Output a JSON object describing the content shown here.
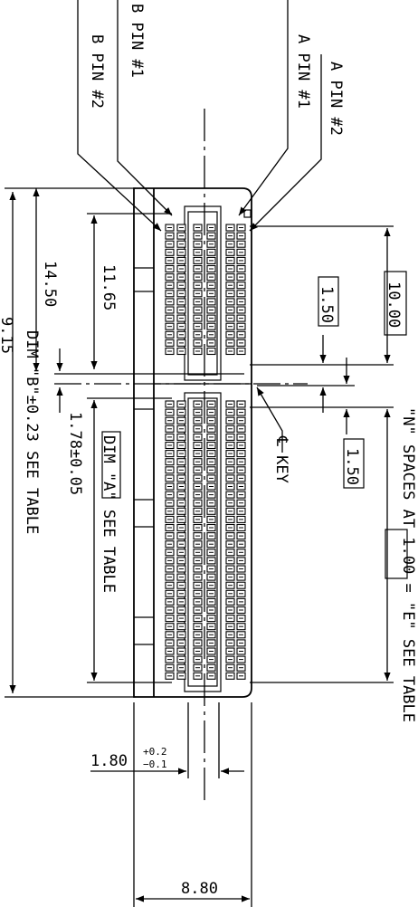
{
  "labels": {
    "b_pin_1": "B PIN #1",
    "b_pin_2": "B PIN #2",
    "a_pin_1": "A PIN #1",
    "a_pin_2": "A PIN #2",
    "dim_14_50": "14.50",
    "dim_11_65": "11.65",
    "dim_1_78": "1.78±0.05",
    "dim_b_pre": "DIM ",
    "dim_b_quote": "\"B\"",
    "dim_b_post": "±0.23 SEE TABLE",
    "dim_a_box": "DIM \"A\"",
    "dim_a_post": " SEE TABLE",
    "dim_10_00": "10.00",
    "dim_1_50_top": "1.50",
    "dim_1_50_bot": "1.50",
    "key_label": "℄ KEY",
    "n_spaces_pre": "\"N\" SPACES AT ",
    "n_spaces_box": "1.00",
    "n_spaces_post": " = \"E\" SEE TABLE",
    "dim_1_80": "1.80",
    "tol_plus": "+0.2",
    "tol_minus": "−0.1",
    "dim_8_80": "8.80",
    "cut_partial": "9.15"
  },
  "pins": {
    "upper_rows": 16,
    "lower_rows": 34
  }
}
